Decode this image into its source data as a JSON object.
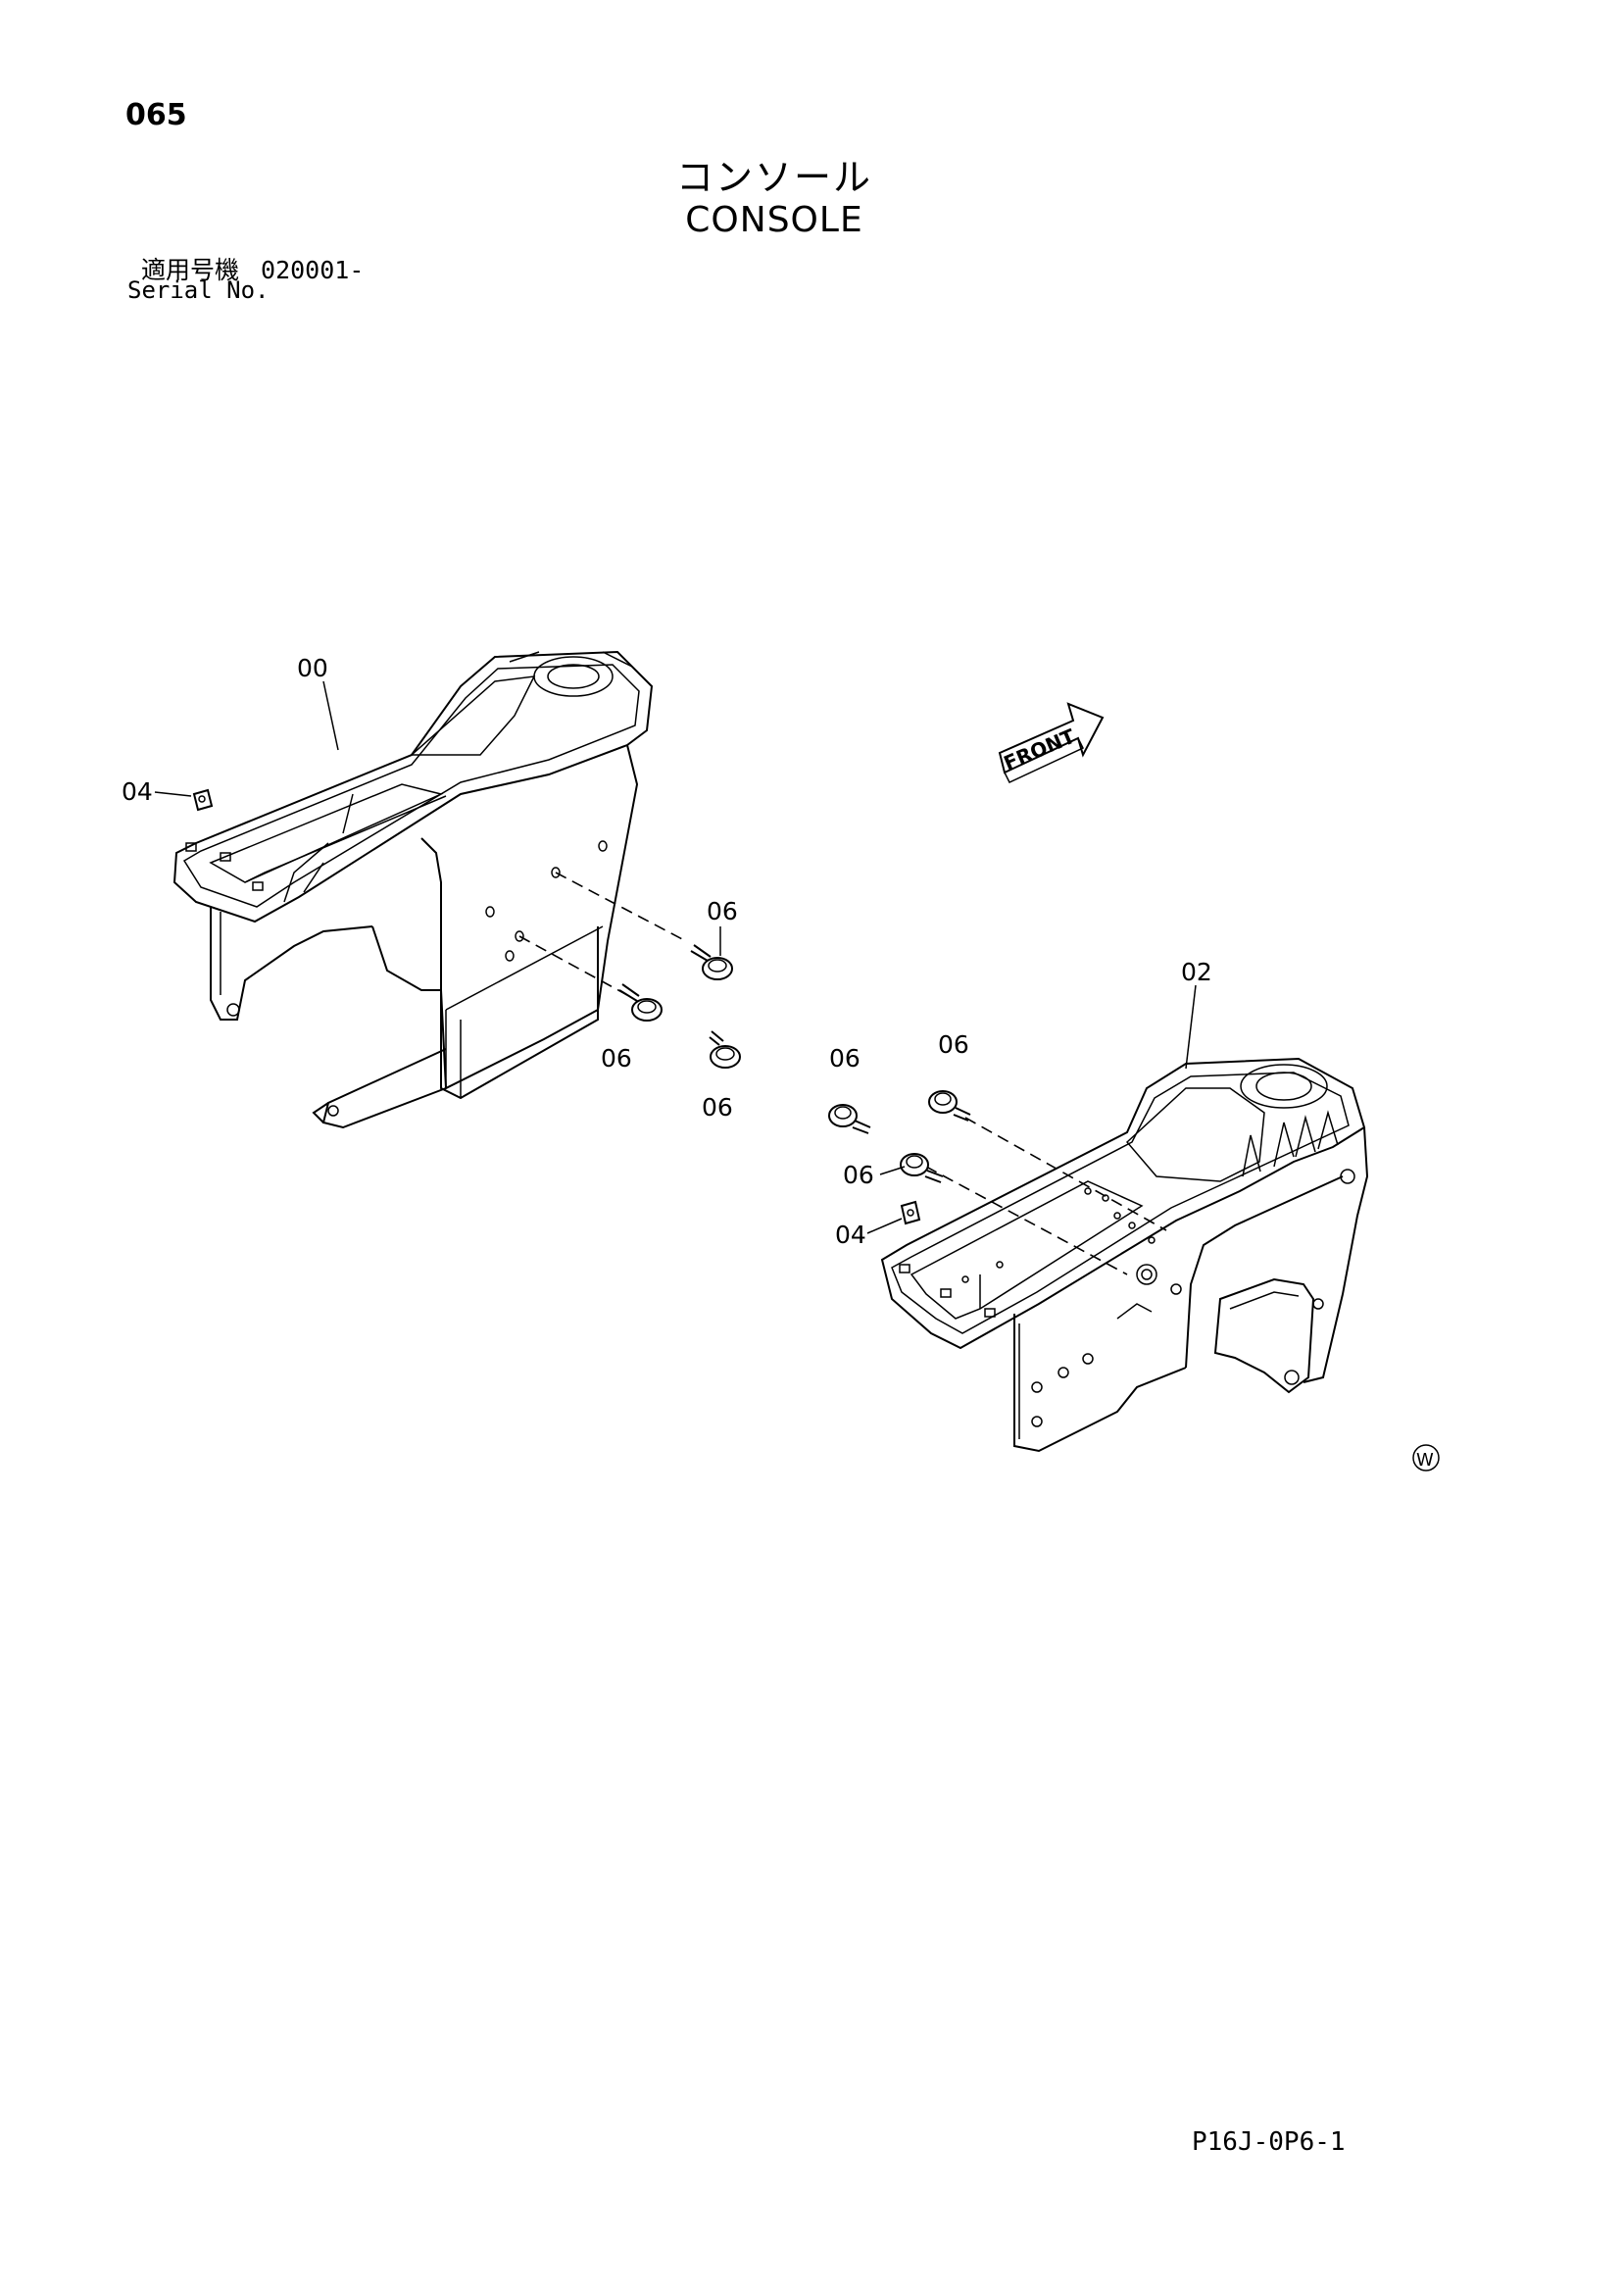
{
  "header": {
    "page_number": "065",
    "title_ja": "コンソール",
    "title_en": "CONSOLE",
    "serial_label_ja": "適用号機",
    "serial_value": "020001-",
    "serial_label_en": "Serial No."
  },
  "callouts": {
    "c00": "00",
    "c02": "02",
    "c04a": "04",
    "c04b": "04",
    "c06a": "06",
    "c06b": "06",
    "c06c": "06",
    "c06d": "06",
    "c06e": "06",
    "c06f": "06"
  },
  "front_arrow_label": "FRONT",
  "mark_symbol": "W",
  "footer": {
    "drawing_code": "P16J-0P6-1"
  }
}
